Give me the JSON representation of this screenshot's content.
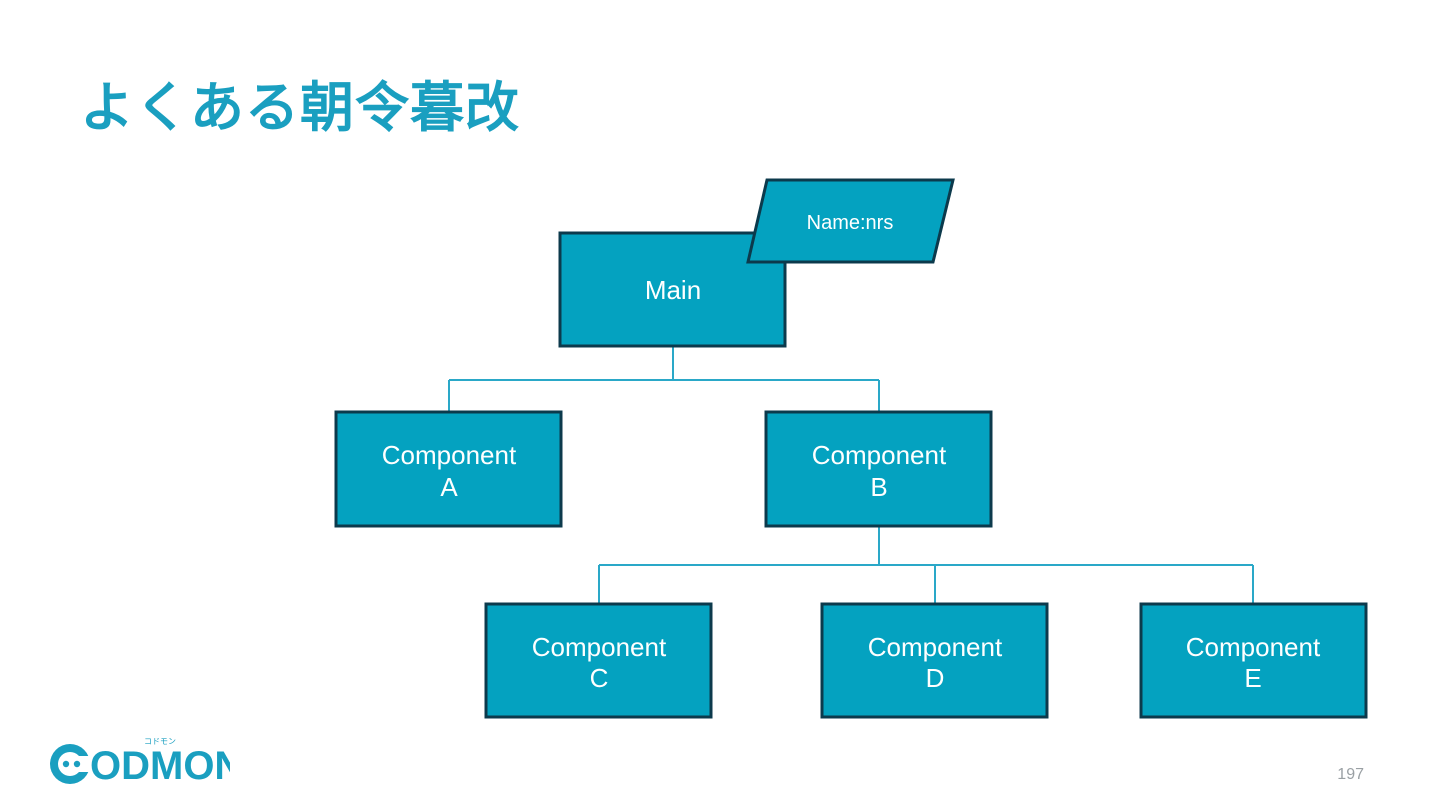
{
  "slide": {
    "title": "よくある朝令暮改",
    "page_number": "197"
  },
  "diagram": {
    "name_tag": "Name:nrs",
    "main": "Main",
    "nodes": {
      "a": [
        "Component",
        "A"
      ],
      "b": [
        "Component",
        "B"
      ],
      "c": [
        "Component",
        "C"
      ],
      "d": [
        "Component",
        "D"
      ],
      "e": [
        "Component",
        "E"
      ]
    }
  },
  "logo": {
    "text": "ODMON",
    "kana": "コドモン"
  },
  "colors": {
    "accent": "#1a9fc0",
    "box_fill": "#04a2c0",
    "box_border": "#0c3a4c",
    "connector": "#2aa8c8"
  }
}
